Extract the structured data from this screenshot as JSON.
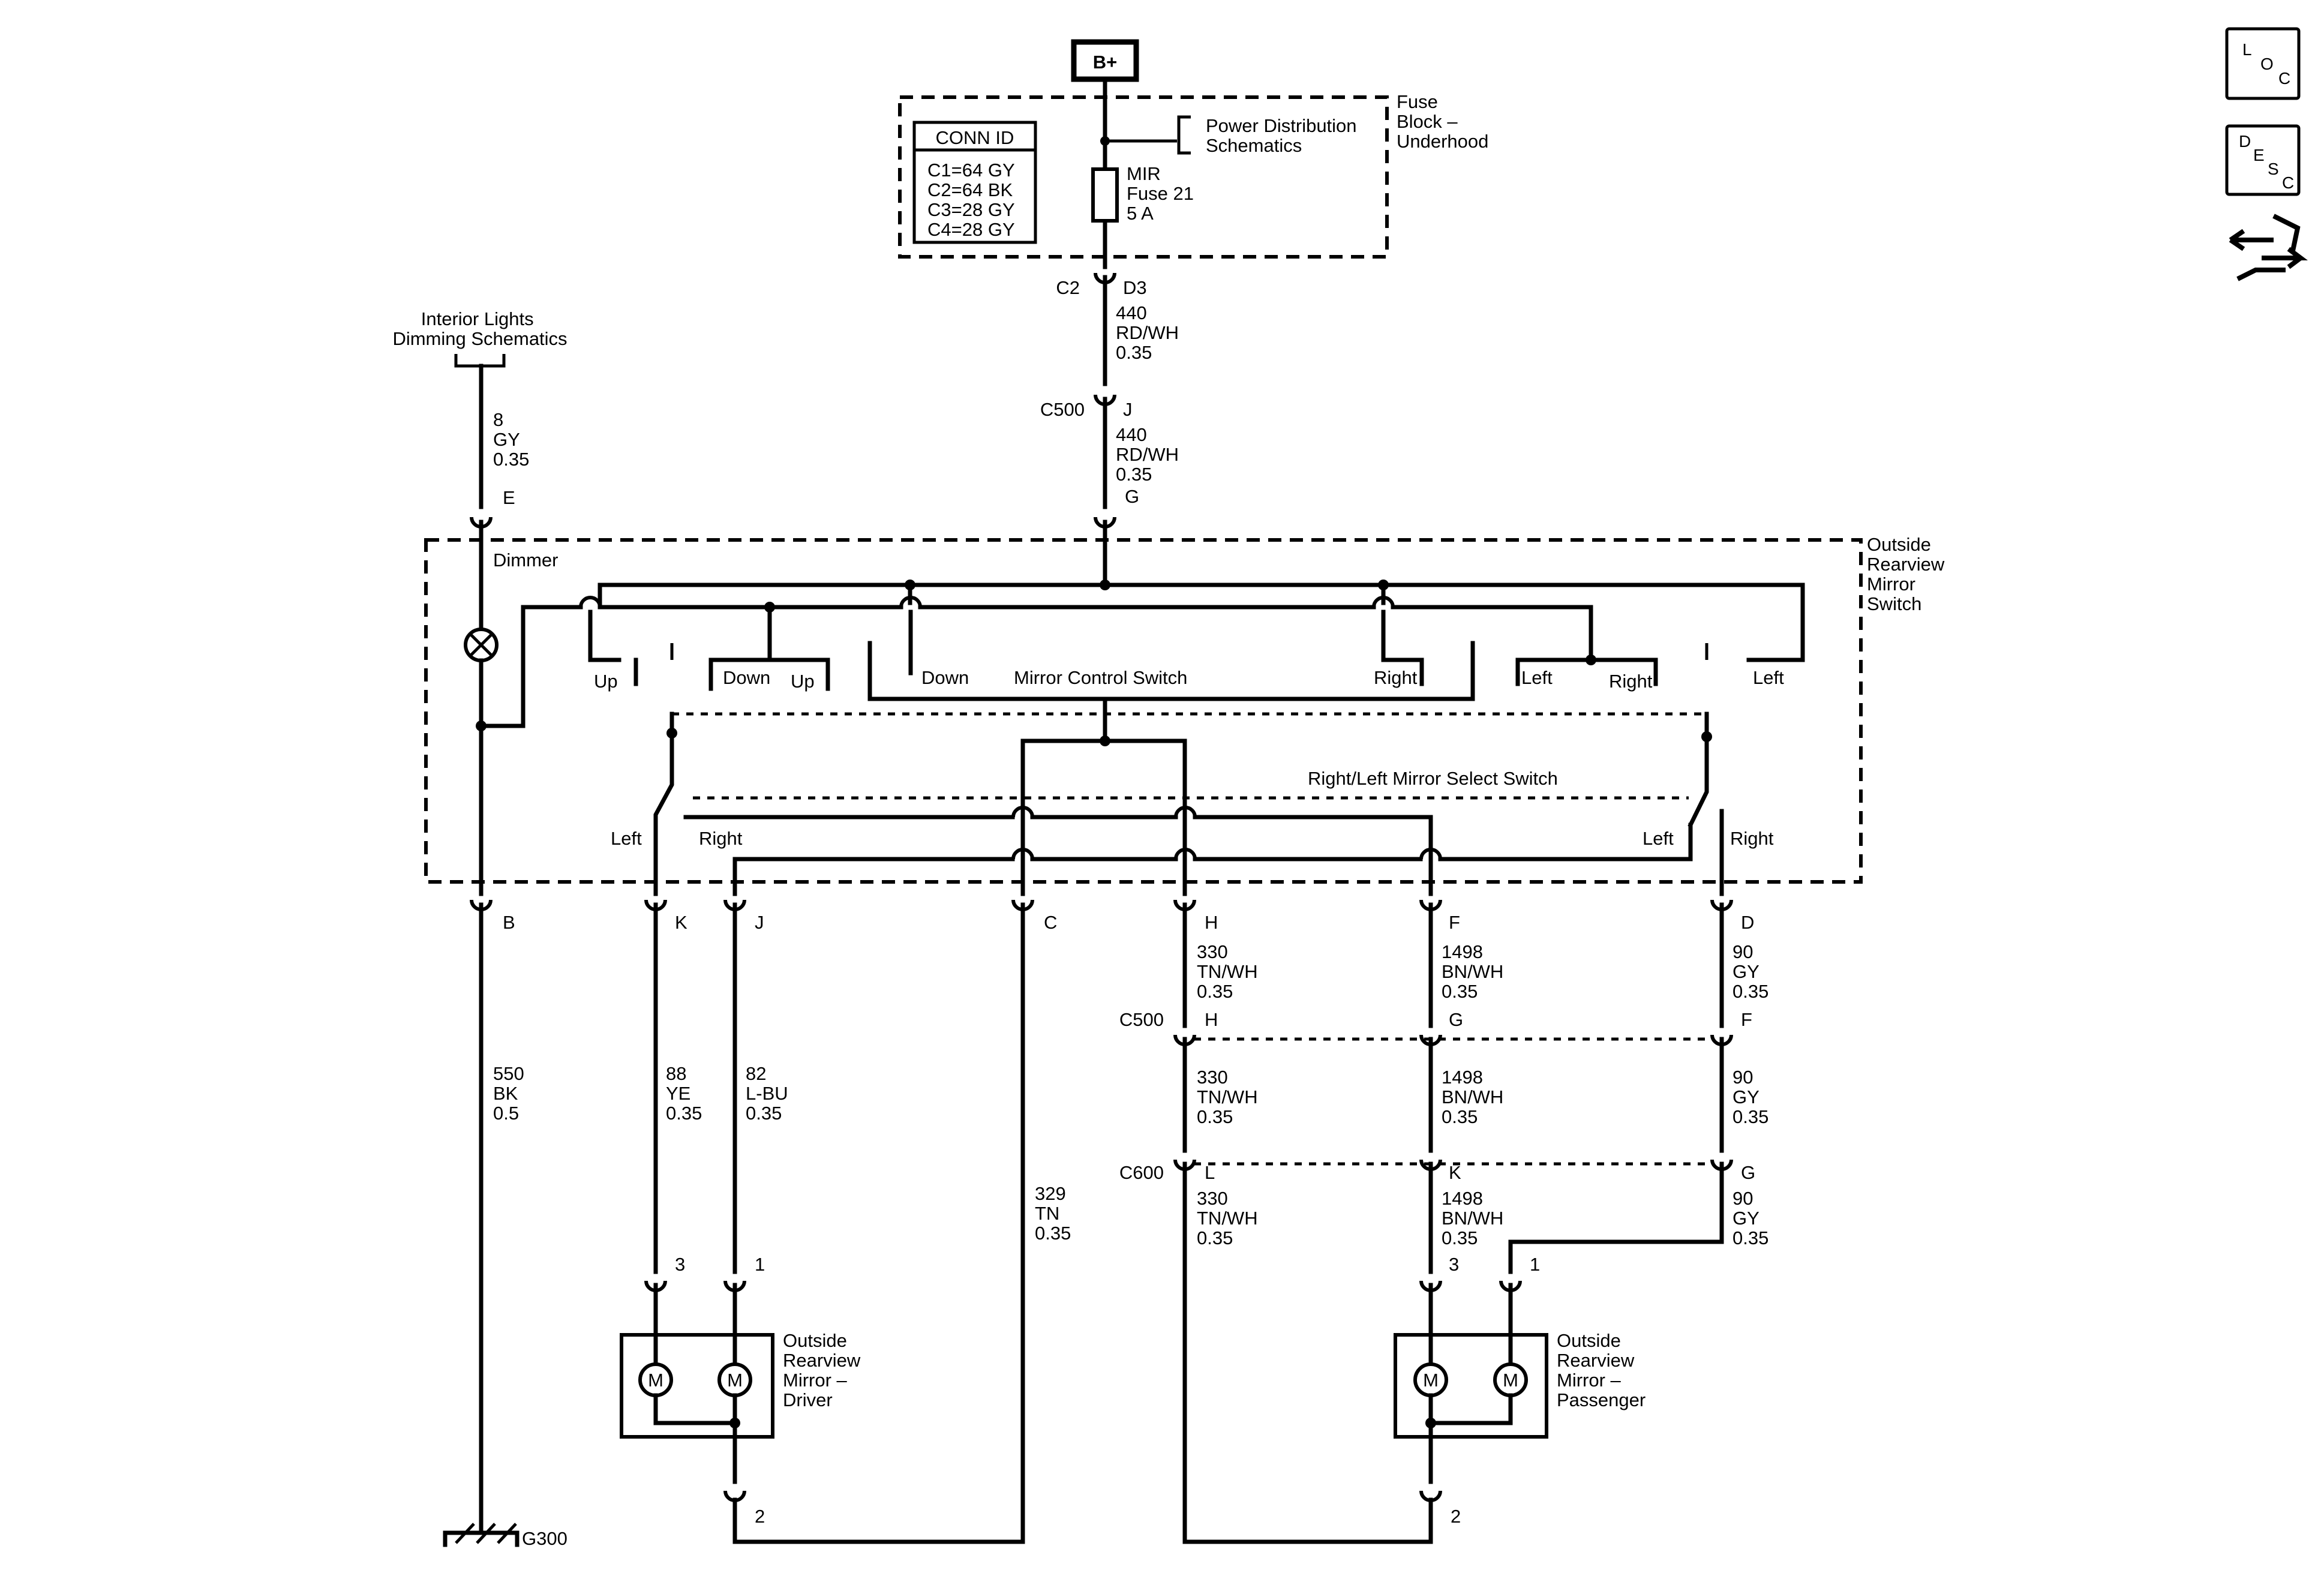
{
  "battery": {
    "label": "B+"
  },
  "fuse_block": {
    "title": [
      "Fuse",
      "Block –",
      "Underhood"
    ],
    "conn_title": "CONN ID",
    "conn_items": [
      "C1=64 GY",
      "C2=64 BK",
      "C3=28 GY",
      "C4=28 GY"
    ],
    "power_ref": [
      "Power Distribution",
      "Schematics"
    ],
    "fuse": [
      "MIR",
      "Fuse 21",
      "5 A"
    ]
  },
  "interior_ref": [
    "Interior Lights",
    "Dimming Schematics"
  ],
  "switch": {
    "title": [
      "Outside",
      "Rearview",
      "Mirror",
      "Switch"
    ],
    "dimmer": "Dimmer",
    "mirror_control": "Mirror Control Switch",
    "select_switch": "Right/Left Mirror Select Switch",
    "labels": [
      "Up",
      "Down",
      "Up",
      "Down",
      "Right",
      "Left",
      "Right",
      "Left",
      "Left",
      "Right",
      "Left",
      "Right"
    ]
  },
  "connectors": {
    "c2": "C2",
    "d3": "D3",
    "c500": "C500",
    "c600": "C600",
    "j": "J",
    "g": "G",
    "e": "E",
    "b": "B",
    "k": "K",
    "j2": "J",
    "c": "C",
    "h": "H",
    "f": "F",
    "d": "D",
    "c500_h": "H",
    "c500_g": "G",
    "c500_f": "F",
    "c600_l": "L",
    "c600_k": "K",
    "c600_g": "G",
    "dm3": "3",
    "dm1": "1",
    "dm2": "2",
    "pm3": "3",
    "pm1": "1",
    "pm2": "2"
  },
  "wires": {
    "w440a": [
      "440",
      "RD/WH",
      "0.35"
    ],
    "w440b": [
      "440",
      "RD/WH",
      "0.35"
    ],
    "w8": [
      "8",
      "GY",
      "0.35"
    ],
    "w550": [
      "550",
      "BK",
      "0.5"
    ],
    "w88": [
      "88",
      "YE",
      "0.35"
    ],
    "w82": [
      "82",
      "L-BU",
      "0.35"
    ],
    "w329": [
      "329",
      "TN",
      "0.35"
    ],
    "w330a": [
      "330",
      "TN/WH",
      "0.35"
    ],
    "w330b": [
      "330",
      "TN/WH",
      "0.35"
    ],
    "w330c": [
      "330",
      "TN/WH",
      "0.35"
    ],
    "w1498a": [
      "1498",
      "BN/WH",
      "0.35"
    ],
    "w1498b": [
      "1498",
      "BN/WH",
      "0.35"
    ],
    "w1498c": [
      "1498",
      "BN/WH",
      "0.35"
    ],
    "w90a": [
      "90",
      "GY",
      "0.35"
    ],
    "w90b": [
      "90",
      "GY",
      "0.35"
    ],
    "w90c": [
      "90",
      "GY",
      "0.35"
    ]
  },
  "driver_mirror": {
    "title": [
      "Outside",
      "Rearview",
      "Mirror –",
      "Driver"
    ],
    "motor": "M"
  },
  "passenger_mirror": {
    "title": [
      "Outside",
      "Rearview",
      "Mirror –",
      "Passenger"
    ],
    "motor": "M"
  },
  "ground": "G300",
  "side_icons": {
    "loc": [
      "L",
      "O",
      "C"
    ],
    "desc": [
      "D",
      "E",
      "S",
      "C"
    ]
  }
}
